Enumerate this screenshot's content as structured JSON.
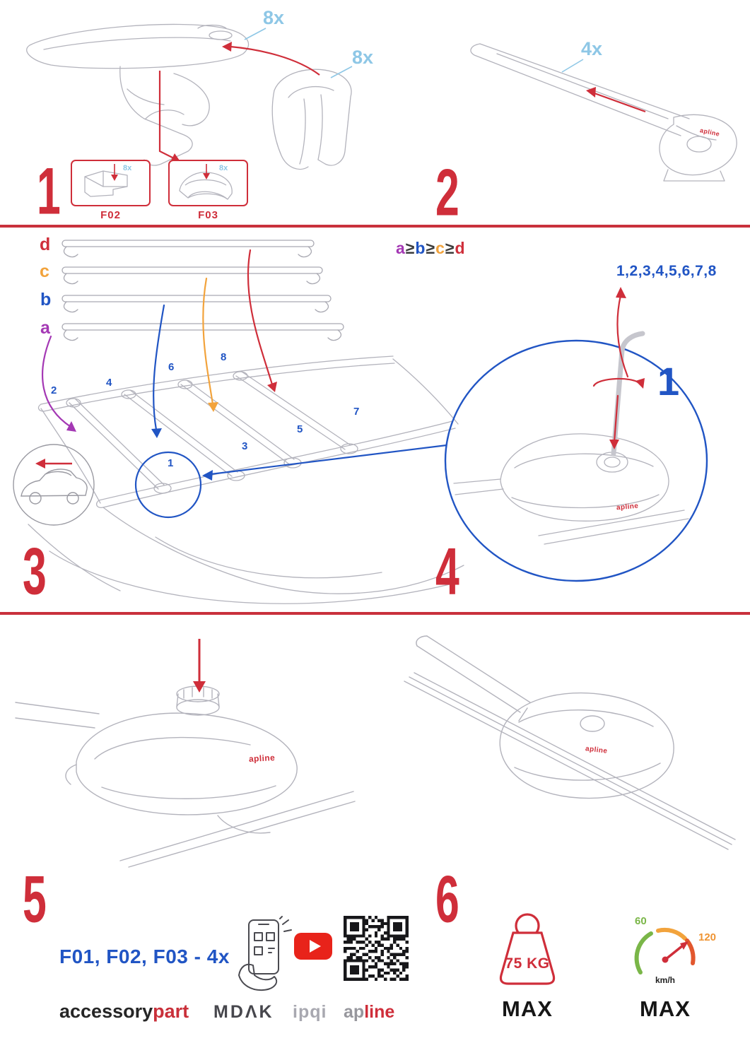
{
  "colors": {
    "red": "#cf2e3a",
    "blue": "#2155c4",
    "light_blue": "#8ec7e6",
    "orange": "#f2a33c",
    "purple": "#a438b4",
    "green": "#7ab648",
    "sketch_gray": "#b3b3bc"
  },
  "step1": {
    "number": "1",
    "qty_bar": "8x",
    "qty_cover": "8x",
    "box1_label": "F02",
    "box1_qty": "8x",
    "box2_label": "F03",
    "box2_qty": "8x"
  },
  "step2": {
    "number": "2",
    "qty": "4x",
    "brand_mark": "apline"
  },
  "step3": {
    "number": "3",
    "letter_d": "d",
    "letter_c": "c",
    "letter_b": "b",
    "letter_a": "a",
    "formula_a": "a",
    "formula_ge1": "≥",
    "formula_b": "b",
    "formula_ge2": "≥",
    "formula_c": "c",
    "formula_ge3": "≥",
    "formula_d": "d",
    "positions": [
      "1",
      "2",
      "3",
      "4",
      "5",
      "6",
      "7",
      "8"
    ]
  },
  "step4": {
    "number": "4",
    "sequence": "1,2,3,4,5,6,7,8",
    "callout": "1",
    "brand_mark": "apline"
  },
  "step5": {
    "number": "5",
    "brand_mark": "apline"
  },
  "step6": {
    "number": "6",
    "brand_mark": "apline"
  },
  "footer": {
    "kits": "F01, F02, F03 - 4x",
    "brand_accessory": "accessory",
    "brand_part": "part",
    "brand_mdak": "MDΛK",
    "brand_ipqi": "ipqi",
    "brand_ap": "ap",
    "brand_line": "line"
  },
  "limits": {
    "weight": "75 KG",
    "weight_max": "MAX",
    "speed_low": "60",
    "speed_high": "120",
    "speed_unit": "km/h",
    "speed_max": "MAX"
  }
}
